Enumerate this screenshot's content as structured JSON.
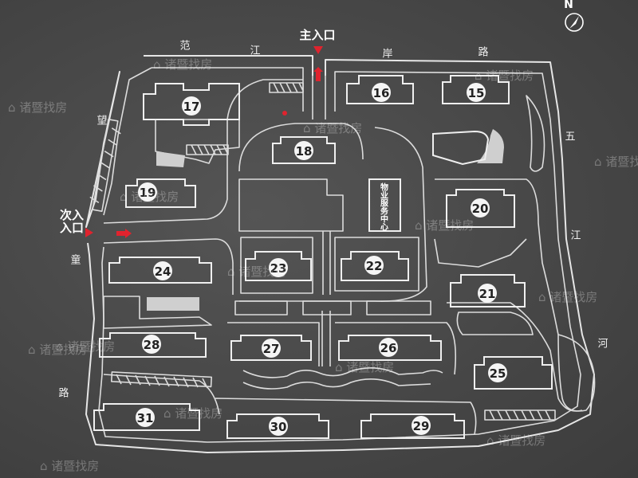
{
  "map": {
    "entrances": {
      "main": "主入口",
      "secondary_line1": "次入",
      "secondary_line2": "入口"
    },
    "service_center": [
      "物",
      "业",
      "服",
      "务",
      "中",
      "心"
    ],
    "compass": "N",
    "roads": {
      "north": [
        "范",
        "江",
        "岸",
        "路"
      ],
      "west": [
        "望",
        "童",
        "路"
      ],
      "east": [
        "五",
        "江",
        "河"
      ]
    },
    "buildings": [
      "15",
      "16",
      "17",
      "18",
      "19",
      "20",
      "21",
      "22",
      "23",
      "24",
      "25",
      "26",
      "27",
      "28",
      "29",
      "30",
      "31"
    ],
    "watermark": "诸暨找房",
    "colors": {
      "ink": "#e6e6e6",
      "entrance_arrow": "#e0232e",
      "background": "#474747"
    }
  }
}
